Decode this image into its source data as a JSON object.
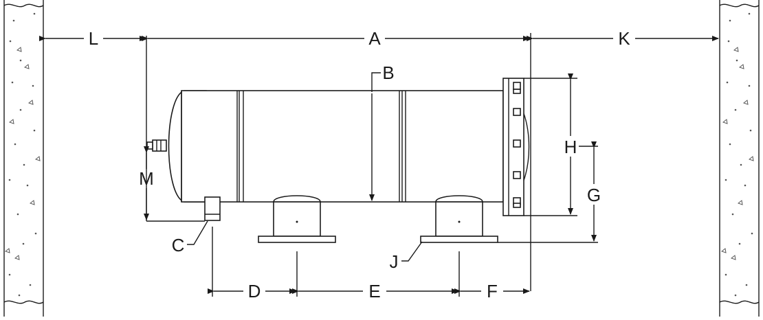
{
  "diagram": {
    "labels": {
      "A": "A",
      "B": "B",
      "C": "C",
      "D": "D",
      "E": "E",
      "F": "F",
      "G": "G",
      "H": "H",
      "J": "J",
      "K": "K",
      "L": "L",
      "M": "M"
    },
    "colors": {
      "line": "#1a1a1a",
      "background": "#ffffff",
      "wall_speckle": "#555555"
    },
    "components": [
      "left-wall",
      "right-wall",
      "tank-shell",
      "end-flange",
      "support-saddle-left",
      "support-saddle-right",
      "drain-nozzle",
      "side-fitting"
    ]
  }
}
